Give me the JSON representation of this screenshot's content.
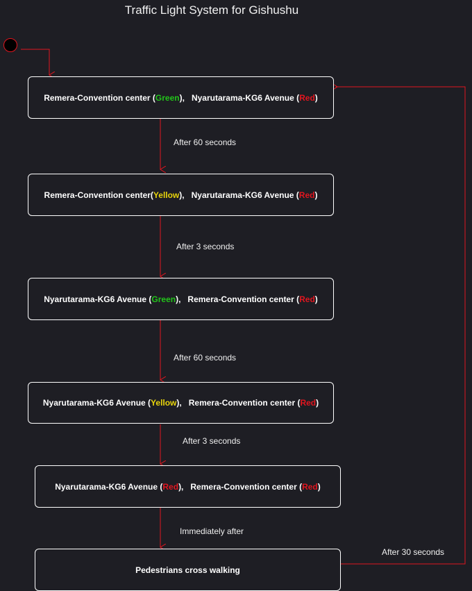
{
  "title": "Traffic Light System for Gishushu",
  "colors": {
    "background": "#1e1e24",
    "arrow": "#e0161f",
    "green": "#22c41a",
    "yellow": "#e8d40c",
    "red": "#e0161f"
  },
  "states": [
    {
      "id": "s1",
      "parts": [
        {
          "text": "Remera-Convention center (",
          "color": "default"
        },
        {
          "text": "Green",
          "color": "green"
        },
        {
          "text": "),   Nyarutarama-KG6 Avenue (",
          "color": "default"
        },
        {
          "text": "Red",
          "color": "red"
        },
        {
          "text": ")",
          "color": "default"
        }
      ]
    },
    {
      "id": "s2",
      "parts": [
        {
          "text": "Remera-Convention center(",
          "color": "default"
        },
        {
          "text": "Yellow",
          "color": "yellow"
        },
        {
          "text": "),   Nyarutarama-KG6 Avenue (",
          "color": "default"
        },
        {
          "text": "Red",
          "color": "red"
        },
        {
          "text": ")",
          "color": "default"
        }
      ]
    },
    {
      "id": "s3",
      "parts": [
        {
          "text": "Nyarutarama-KG6 Avenue (",
          "color": "default"
        },
        {
          "text": "Green",
          "color": "green"
        },
        {
          "text": "),   Remera-Convention center (",
          "color": "default"
        },
        {
          "text": "Red",
          "color": "red"
        },
        {
          "text": ")",
          "color": "default"
        }
      ]
    },
    {
      "id": "s4",
      "parts": [
        {
          "text": "Nyarutarama-KG6 Avenue (",
          "color": "default"
        },
        {
          "text": "Yellow",
          "color": "yellow"
        },
        {
          "text": "),   Remera-Convention center (",
          "color": "default"
        },
        {
          "text": "Red",
          "color": "red"
        },
        {
          "text": ")",
          "color": "default"
        }
      ]
    },
    {
      "id": "s5",
      "parts": [
        {
          "text": "Nyarutarama-KG6 Avenue (",
          "color": "default"
        },
        {
          "text": "Red",
          "color": "red"
        },
        {
          "text": "),   Remera-Convention center (",
          "color": "default"
        },
        {
          "text": "Red",
          "color": "red"
        },
        {
          "text": ")",
          "color": "default"
        }
      ]
    },
    {
      "id": "s6",
      "parts": [
        {
          "text": "Pedestrians cross walking",
          "color": "default"
        }
      ]
    }
  ],
  "transitions": [
    {
      "from": "s1",
      "to": "s2",
      "label": "After 60 seconds"
    },
    {
      "from": "s2",
      "to": "s3",
      "label": "After 3 seconds"
    },
    {
      "from": "s3",
      "to": "s4",
      "label": "After 60 seconds"
    },
    {
      "from": "s4",
      "to": "s5",
      "label": "After 3 seconds"
    },
    {
      "from": "s5",
      "to": "s6",
      "label": "Immediately after"
    },
    {
      "from": "s6",
      "to": "s1",
      "label": "After 30 seconds"
    }
  ]
}
